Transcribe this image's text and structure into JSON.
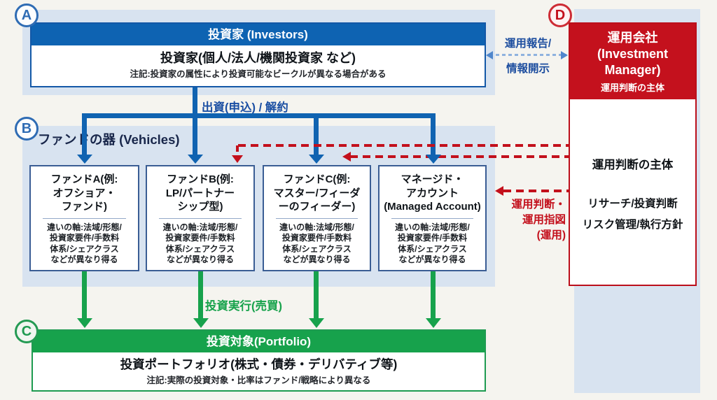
{
  "badges": {
    "a": "A",
    "b": "B",
    "c": "C",
    "d": "D"
  },
  "colors": {
    "accent_blue": "#0e63b2",
    "panel_light_blue": "#d8e3f0",
    "accent_green": "#17a24c",
    "accent_red": "#c4111d",
    "label_navy": "#1b4fa3"
  },
  "investors": {
    "header": "投資家 (Investors)",
    "main": "投資家(個人/法人/機関投資家 など)",
    "note": "注記:投資家の属性により投資可能なビークルが異なる場合がある"
  },
  "vehicles": {
    "label": "ファンドの器 (Vehicles)",
    "items": [
      {
        "title": "ファンドA(例:\nオフショア・\nファンド)",
        "note": "違いの軸:法域/形態/\n投資家要件/手数料\n体系/シェアクラス\nなどが異なり得る"
      },
      {
        "title": "ファンドB(例:\nLP/パートナー\nシップ型)",
        "note": "違いの軸:法域/形態/\n投資家要件/手数料\n体系/シェアクラス\nなどが異なり得る"
      },
      {
        "title": "ファンドC(例:\nマスター/フィーダ\nーのフィーダー)",
        "note": "違いの軸:法域/形態/\n投資家要件/手数料\n体系/シェアクラス\nなどが異なり得る"
      },
      {
        "title": "マネージド・\nアカウント\n(Managed Account)",
        "note": "違いの軸:法域/形態/\n投資家要件/手数料\n体系/シェアクラス\nなどが異なり得る"
      }
    ]
  },
  "portfolio": {
    "header": "投資対象(Portfolio)",
    "main": "投資ポートフォリオ(株式・債券・デリバティブ等)",
    "note": "注記:実際の投資対象・比率はファンド/戦略により異なる"
  },
  "manager": {
    "title": "運用会社\n(Investment\nManager)",
    "subtitle": "運用判断の主体",
    "role": "運用判断の主体",
    "function1": "リサーチ/投資判断",
    "function2": "リスク管理/執行方針"
  },
  "flows": {
    "subscription": "出資(申込) / 解約",
    "reporting_line1": "運用報告/",
    "reporting_line2": "情報開示",
    "execution": "投資実行(売買)",
    "instruction": "運用判断・\n運用指図\n(運用)"
  }
}
